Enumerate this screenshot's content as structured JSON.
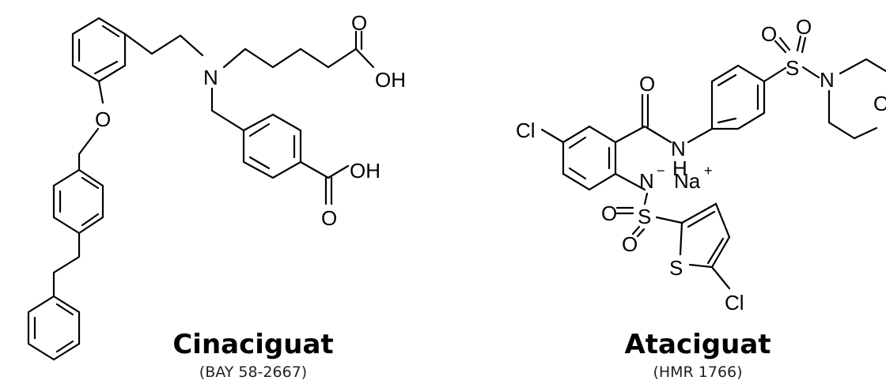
{
  "compounds": [
    {
      "name": "Cinaciguat",
      "code": "(BAY 58-2667)",
      "atoms": {
        "n": "N",
        "o_ether": "O",
        "o_carbonyl1": "O",
        "oh1": "OH",
        "o_carbonyl2": "O",
        "oh2": "OH"
      }
    },
    {
      "name": "Ataciguat",
      "code": "(HMR 1766)",
      "atoms": {
        "cl1": "Cl",
        "o_amide": "O",
        "nh_n": "N",
        "nh_h": "H",
        "n_minus": "N",
        "minus": "−",
        "na": "Na",
        "plus": "+",
        "s_sulfonyl": "S",
        "o_s1": "O",
        "o_s2": "O",
        "s_thio": "S",
        "cl2": "Cl",
        "s_top": "S",
        "o_top1": "O",
        "o_top2": "O",
        "n_morph": "N",
        "o_morph": "O"
      }
    }
  ]
}
